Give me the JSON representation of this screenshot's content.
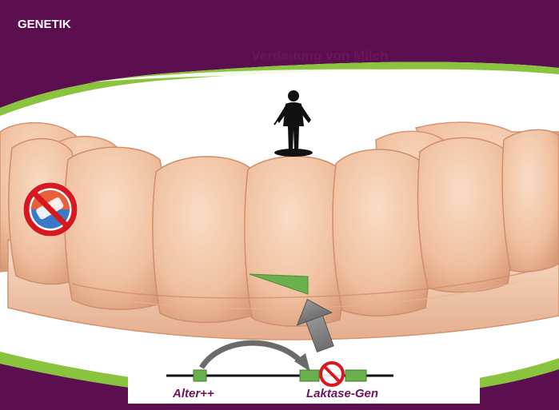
{
  "header": {
    "category": "GENETIK",
    "title": "Verdauung von Milch"
  },
  "gene_diagram": {
    "promoter_label": "Alter++",
    "gene_label": "Laktase-Gen"
  },
  "icons": {
    "prohibition": "no-entry-sign-icon",
    "arrow_up": "arrow-up-icon",
    "curved_arrow": "curved-arrow-icon",
    "human": "human-silhouette-icon"
  },
  "colors": {
    "frame_purple": "#5c0f4f",
    "title_purple": "#6b1459",
    "accent_green": "#8ac43f",
    "enzyme_green": "#6ab04c",
    "intestine_skin": "#f2c6a6",
    "prohibition_red": "#d7191f"
  }
}
